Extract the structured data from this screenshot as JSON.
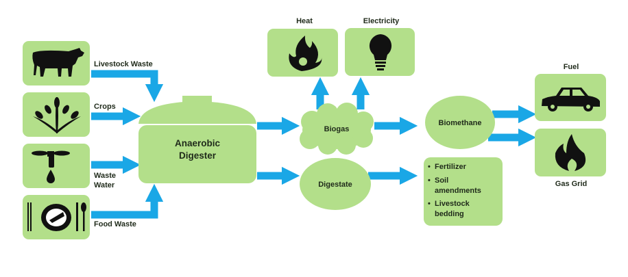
{
  "colors": {
    "box": "#b3df8a",
    "arrow": "#1aa7e6",
    "icon": "#111111"
  },
  "inputs": [
    {
      "label": "Livestock Waste",
      "icon": "cow-icon"
    },
    {
      "label": "Crops",
      "icon": "wheat-icon"
    },
    {
      "label_lines": [
        "Waste",
        "Water"
      ],
      "icon": "faucet-drop-icon"
    },
    {
      "label": "Food Waste",
      "icon": "plate-fishbone-icon"
    }
  ],
  "digester": {
    "lines": [
      "Anaerobic",
      "Digester"
    ]
  },
  "biogas": {
    "label": "Biogas"
  },
  "digestate": {
    "label": "Digestate"
  },
  "uses": {
    "heat": {
      "label": "Heat",
      "icon": "flame-icon"
    },
    "electricity": {
      "label": "Electricity",
      "icon": "lightbulb-icon"
    }
  },
  "biomethane": {
    "label": "Biomethane"
  },
  "digestate_products": {
    "bullet": "•",
    "items": [
      [
        "Fertilizer"
      ],
      [
        "Soil",
        "amendments"
      ],
      [
        "Livestock",
        "bedding"
      ]
    ]
  },
  "outputs": {
    "fuel": {
      "label": "Fuel",
      "icon": "car-icon"
    },
    "gas_grid": {
      "label": "Gas Grid",
      "icon": "gas-flame-icon"
    }
  }
}
